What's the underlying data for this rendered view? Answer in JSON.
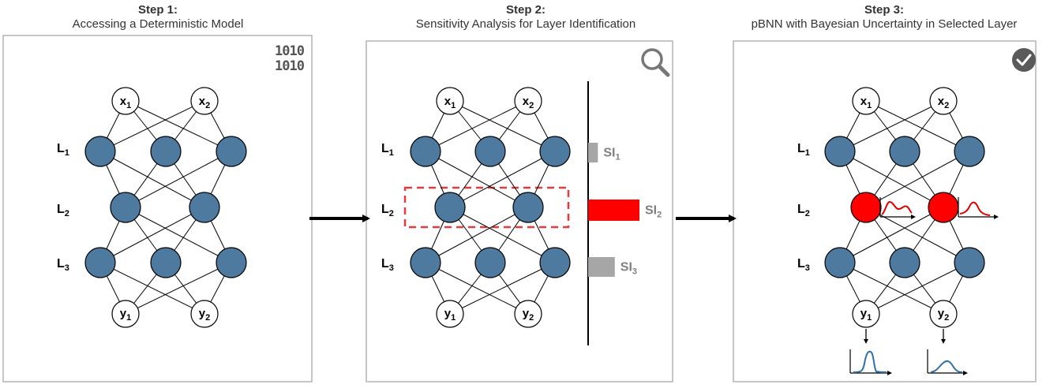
{
  "steps": [
    {
      "heading": "Step 1:",
      "subheading": "Accessing a Deterministic Model",
      "badge": "1010"
    },
    {
      "heading": "Step 2:",
      "subheading": "Sensitivity Analysis for Layer Identification"
    },
    {
      "heading": "Step 3:",
      "subheading": "pBNN with Bayesian Uncertainty in Selected Layer"
    }
  ],
  "network": {
    "inputs": [
      {
        "base": "x",
        "sub": "1"
      },
      {
        "base": "x",
        "sub": "2"
      }
    ],
    "outputs": [
      {
        "base": "y",
        "sub": "1"
      },
      {
        "base": "y",
        "sub": "2"
      }
    ],
    "layers": [
      {
        "base": "L",
        "sub": "1"
      },
      {
        "base": "L",
        "sub": "2"
      },
      {
        "base": "L",
        "sub": "3"
      }
    ],
    "layer_sizes": [
      3,
      2,
      3
    ]
  },
  "sensitivity": [
    {
      "base": "SI",
      "sub": "1",
      "value": 0.19,
      "color": "#a6a6a6"
    },
    {
      "base": "SI",
      "sub": "2",
      "value": 1.0,
      "color": "#ff0000"
    },
    {
      "base": "SI",
      "sub": "3",
      "value": 0.52,
      "color": "#a6a6a6"
    }
  ],
  "colors": {
    "node": "#4f7aa0",
    "selected_node": "#ff0000",
    "highlight": "#e83a3a",
    "dist_curve": "#2f6fa8"
  }
}
